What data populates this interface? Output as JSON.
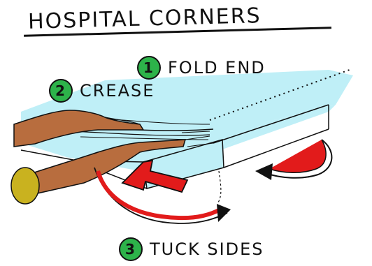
{
  "title": "HOSPITAL CORNERS",
  "steps": [
    {
      "number": "1",
      "label": "FOLD END"
    },
    {
      "number": "2",
      "label": "CREASE"
    },
    {
      "number": "3",
      "label": "TUCK SIDES"
    }
  ],
  "colors": {
    "mattress": "#bfeff7",
    "arrow": "#e21b1b",
    "badge": "#2db34a",
    "skin": "#b86d3e",
    "sleeve": "#c9b21f"
  }
}
